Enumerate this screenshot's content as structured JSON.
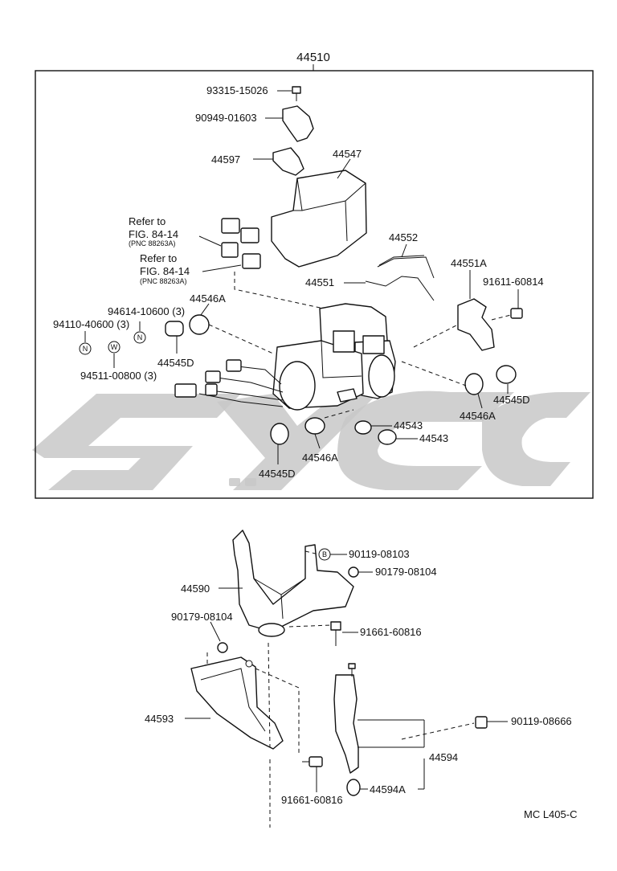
{
  "assembly_label": "44510",
  "parts": {
    "p93315": "93315-15026",
    "p90949": "90949-01603",
    "p44597": "44597",
    "p44547": "44547",
    "refer1_a": "Refer to",
    "refer1_b": "FIG. 84-14",
    "refer1_c": "(PNC 88263A)",
    "refer2_a": "Refer to",
    "refer2_b": "FIG. 84-14",
    "refer2_c": "(PNC 88263A)",
    "p44552": "44552",
    "p44551A": "44551A",
    "p44551": "44551",
    "p91611": "91611-60814",
    "p44546A_1": "44546A",
    "p94614": "94614-10600 (3)",
    "p94110": "94110-40600 (3)",
    "p44545D_1": "44545D",
    "p94511": "94511-00800 (3)",
    "p44545D_2": "44545D",
    "p44546A_2": "44546A",
    "p44543_1": "44543",
    "p44543_2": "44543",
    "p44546A_3": "44546A",
    "p44545D_3": "44545D",
    "p90119_08103": "90119-08103",
    "p90179_a": "90179-08104",
    "p44590": "44590",
    "p90179_b": "90179-08104",
    "p91661_a": "91661-60816",
    "p44593": "44593",
    "p90119_08666": "90119-08666",
    "p44594": "44594",
    "p44594A": "44594A",
    "p91661_b": "91661-60816"
  },
  "markers": {
    "n1": "N",
    "n2": "N",
    "w": "W",
    "b": "B"
  },
  "figure_code": "MC L405-C"
}
